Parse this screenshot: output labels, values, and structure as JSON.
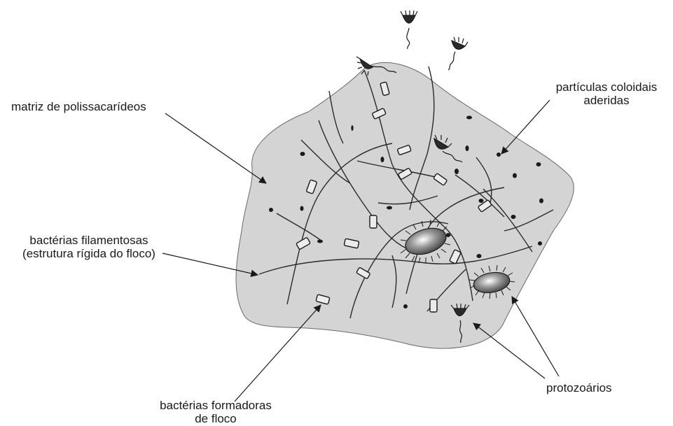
{
  "labels": {
    "matrix": "matriz de polissacarídeos",
    "colloids_line1": "partículas coloidais",
    "colloids_line2": "aderidas",
    "filamentous_line1": "bactérias filamentosas",
    "filamentous_line2": "(estrutura rígida do floco)",
    "floc_formers_line1": "bactérias formadoras",
    "floc_formers_line2": "de floco",
    "protozoa": "protozoários"
  },
  "colors": {
    "floc_fill": "#d4d4d4",
    "ink": "#1a1a1a"
  }
}
